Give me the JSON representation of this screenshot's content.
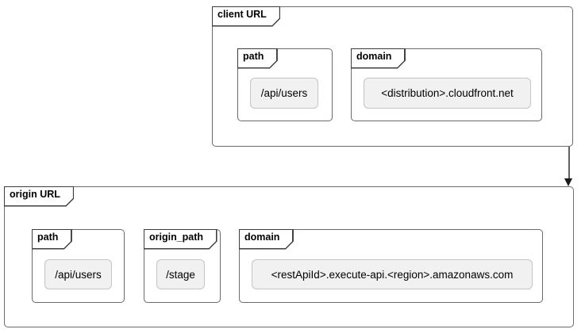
{
  "colors": {
    "background": "#ffffff",
    "frame_border": "#6b6b6b",
    "tab_border": "#3d3d3d",
    "box_fill": "#f1f1f1",
    "box_border": "#c4c4c4",
    "text": "#000000",
    "arrow_line": "#616161",
    "arrow_head": "#1a1a1a"
  },
  "frames": {
    "client": {
      "title": "client URL",
      "path": {
        "title": "path",
        "value": "/api/users"
      },
      "domain": {
        "title": "domain",
        "value": "<distribution>.cloudfront.net"
      }
    },
    "origin": {
      "title": "origin URL",
      "path": {
        "title": "path",
        "value": "/api/users"
      },
      "origin_path": {
        "title": "origin_path",
        "value": "/stage"
      },
      "domain": {
        "title": "domain",
        "value": "<restApiId>.execute-api.<region>.amazonaws.com"
      }
    }
  },
  "connector": {
    "from": "client URL",
    "to": "origin URL",
    "direction": "down"
  }
}
